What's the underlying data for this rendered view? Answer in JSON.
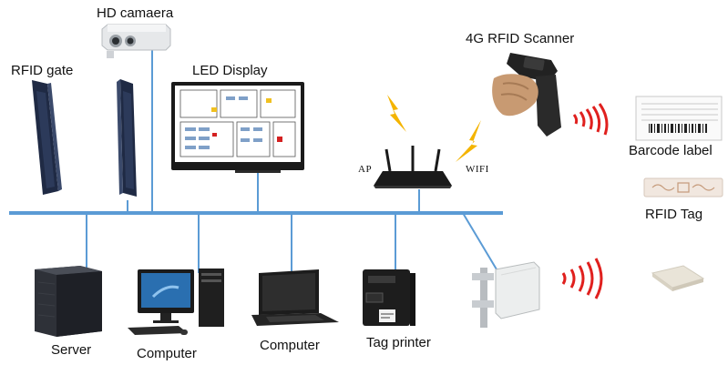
{
  "colors": {
    "bus": "#5b9bd5",
    "bolt": "#f4b400",
    "wave": "#e0201e",
    "device_dark": "#1f2a44"
  },
  "labels": {
    "camera": "HD camaera",
    "rfid_gate": "RFID gate",
    "led_display": "LED Display",
    "scanner": "4G RFID Scanner",
    "barcode_label": "Barcode label",
    "rfid_tag": "RFID Tag",
    "ap": "AP",
    "wifi": "WIFI",
    "server": "Server",
    "computer_desktop": "Computer",
    "computer_laptop": "Computer",
    "tag_printer": "Tag printer"
  }
}
